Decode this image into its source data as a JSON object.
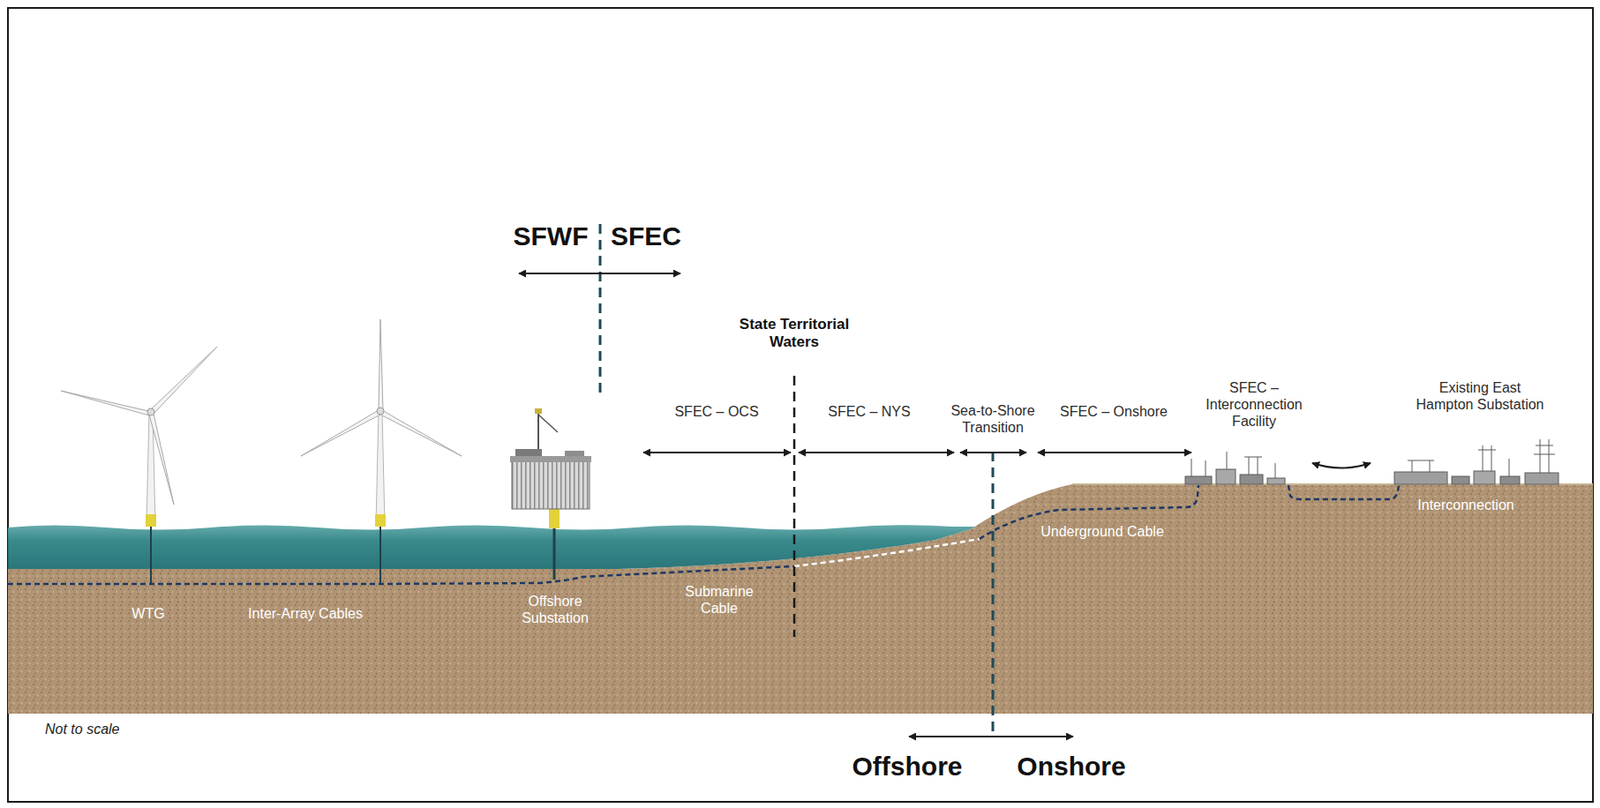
{
  "diagram": {
    "labels": [
      "SFWF",
      "SFEC",
      "State Territorial Waters",
      "SFEC – OCS",
      "SFEC – NYS",
      "Sea-to-Shore Transition",
      "SFEC – Onshore",
      "SFEC – Interconnection Facility",
      "Existing East Hampton Substation",
      "WTG",
      "Inter-Array Cables",
      "Offshore Substation",
      "Submarine Cable",
      "Underground Cable",
      "Interconnection",
      "Not to scale",
      "Offshore",
      "Onshore"
    ]
  }
}
